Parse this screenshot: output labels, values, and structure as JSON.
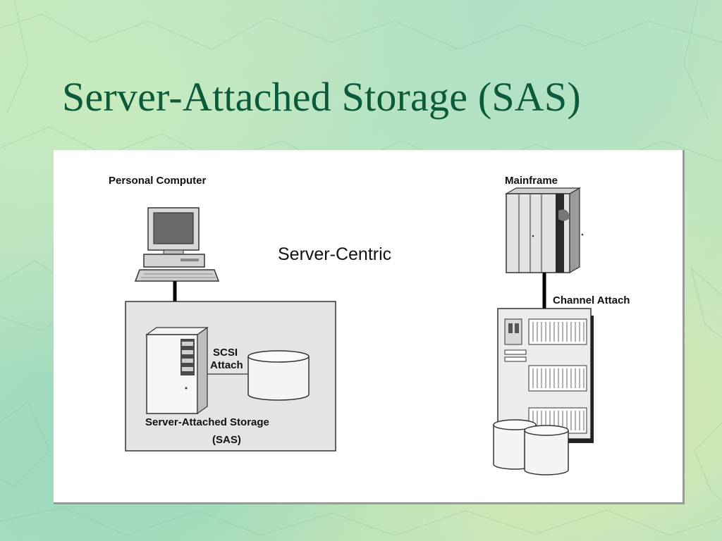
{
  "slide": {
    "title": "Server-Attached Storage (SAS)"
  },
  "diagram": {
    "heading": "Server-Centric",
    "personal_computer_label": "Personal Computer",
    "mainframe_label": "Mainframe",
    "channel_attach_label": "Channel Attach",
    "scsi_label_line1": "SCSI",
    "scsi_label_line2": "Attach",
    "sas_box_label_line1": "Server-Attached Storage",
    "sas_box_label_line2": "(SAS)"
  },
  "colors": {
    "title": "#0b5a3a",
    "background_green": "#b9e3c1",
    "sas_box_fill": "#e4e4e4"
  }
}
